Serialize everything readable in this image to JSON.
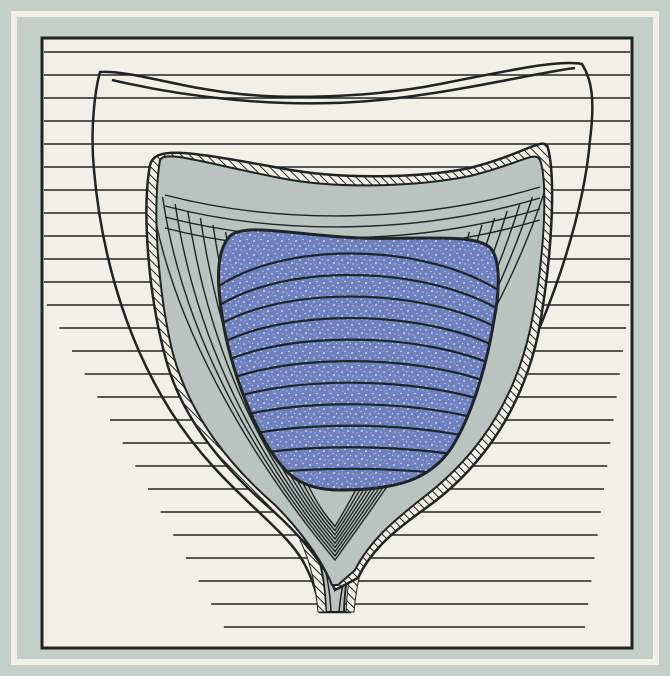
{
  "figure": {
    "description_text": "",
    "colors": {
      "frame_bg": "#c3cfc9",
      "mat_border": "#f1efe6",
      "panel_bg": "#f2f0e6",
      "ink": "#1f2424",
      "light_layer": "#d9ddd6",
      "mid_layer": "#b9c3bf",
      "core_blue": "#6f82bf",
      "core_speckle": "#e9ecf3"
    },
    "layers": [
      {
        "name": "outer-sediment-layer",
        "fill": "light"
      },
      {
        "name": "hatched-rim",
        "fill": "hatched"
      },
      {
        "name": "grey-banded-layer",
        "fill": "mid"
      },
      {
        "name": "stippled-core",
        "fill": "blue-stipple"
      }
    ],
    "icons": [
      "striped-background",
      "stem-channel"
    ]
  }
}
